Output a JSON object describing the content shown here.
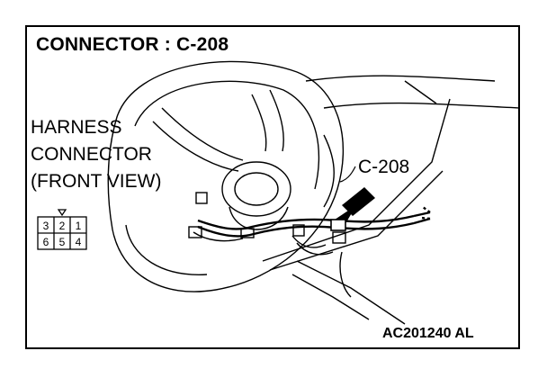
{
  "title": "CONNECTOR : C-208",
  "harness_label": {
    "line1": "HARNESS",
    "line2": "CONNECTOR",
    "line3": "(FRONT VIEW)"
  },
  "callout": "C-208",
  "pins": {
    "top": [
      "3",
      "2",
      "1"
    ],
    "bottom": [
      "6",
      "5",
      "4"
    ]
  },
  "figure_code": "AC201240 AL"
}
